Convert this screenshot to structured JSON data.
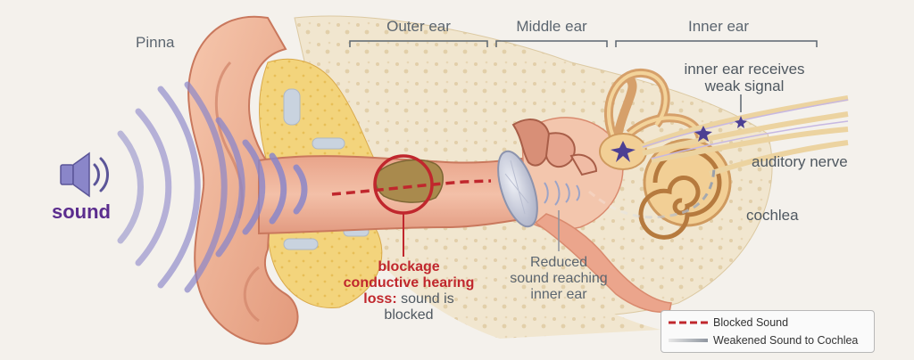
{
  "labels": {
    "pinna": "Pinna",
    "sound": "sound",
    "outer_ear": "Outer ear",
    "middle_ear": "Middle ear",
    "inner_ear": "Inner ear",
    "inner_receives_1": "inner ear receives",
    "inner_receives_2": "weak signal",
    "auditory_nerve": "auditory nerve",
    "cochlea": "cochlea",
    "blockage": "blockage",
    "conductive_1": "conductive hearing",
    "loss": "loss:",
    "sound_is": "sound is",
    "blocked": "blocked",
    "reduced_1": "Reduced",
    "reduced_2": "sound reaching",
    "reduced_3": "inner ear"
  },
  "legend": {
    "blocked": "Blocked Sound",
    "weakened": "Weakened Sound to Cochlea"
  },
  "colors": {
    "skin": "#f0b596",
    "skin_dark": "#d98a6e",
    "canal": "#e8a58c",
    "bone": "#f1e6cf",
    "cartilage": "#f2d27a",
    "wave": "#8a86c9",
    "sound_label": "#5b2d8e",
    "blocked": "#c0272d",
    "nerve": "#e9c98a",
    "label_grey": "#5c6670"
  },
  "icons": [
    "speaker-icon",
    "cochlea-icon",
    "ossicles-icon",
    "eardrum-icon",
    "blockage-circle-icon"
  ]
}
